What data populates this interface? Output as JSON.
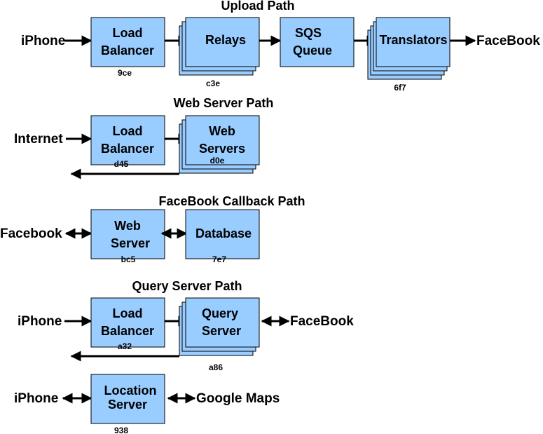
{
  "upload": {
    "title": "Upload Path",
    "source": "iPhone",
    "lb_line1": "Load",
    "lb_line2": "Balancer",
    "lb_id": "9ce",
    "relays": "Relays",
    "relays_id": "c3e",
    "sqs_line1": "SQS",
    "sqs_line2": "Queue",
    "translators": "Translators",
    "translators_id": "6f7",
    "dest": "FaceBook"
  },
  "web": {
    "title": "Web Server Path",
    "source": "Internet",
    "lb_line1": "Load",
    "lb_line2": "Balancer",
    "lb_id": "d45",
    "ws_line1": "Web",
    "ws_line2": "Servers",
    "ws_id": "d0e"
  },
  "callback": {
    "title": "FaceBook Callback Path",
    "source": "Facebook",
    "ws_line1": "Web",
    "ws_line2": "Server",
    "ws_id": "bc5",
    "db": "Database",
    "db_id": "7e7"
  },
  "query": {
    "title": "Query Server Path",
    "source": "iPhone",
    "lb_line1": "Load",
    "lb_line2": "Balancer",
    "lb_id": "a32",
    "qs_line1": "Query",
    "qs_line2": "Server",
    "qs_id": "a86",
    "dest": "FaceBook"
  },
  "location": {
    "source": "iPhone",
    "ls_line1": "Location",
    "ls_line2": "Server",
    "ls_id": "938",
    "dest": "Google Maps"
  }
}
